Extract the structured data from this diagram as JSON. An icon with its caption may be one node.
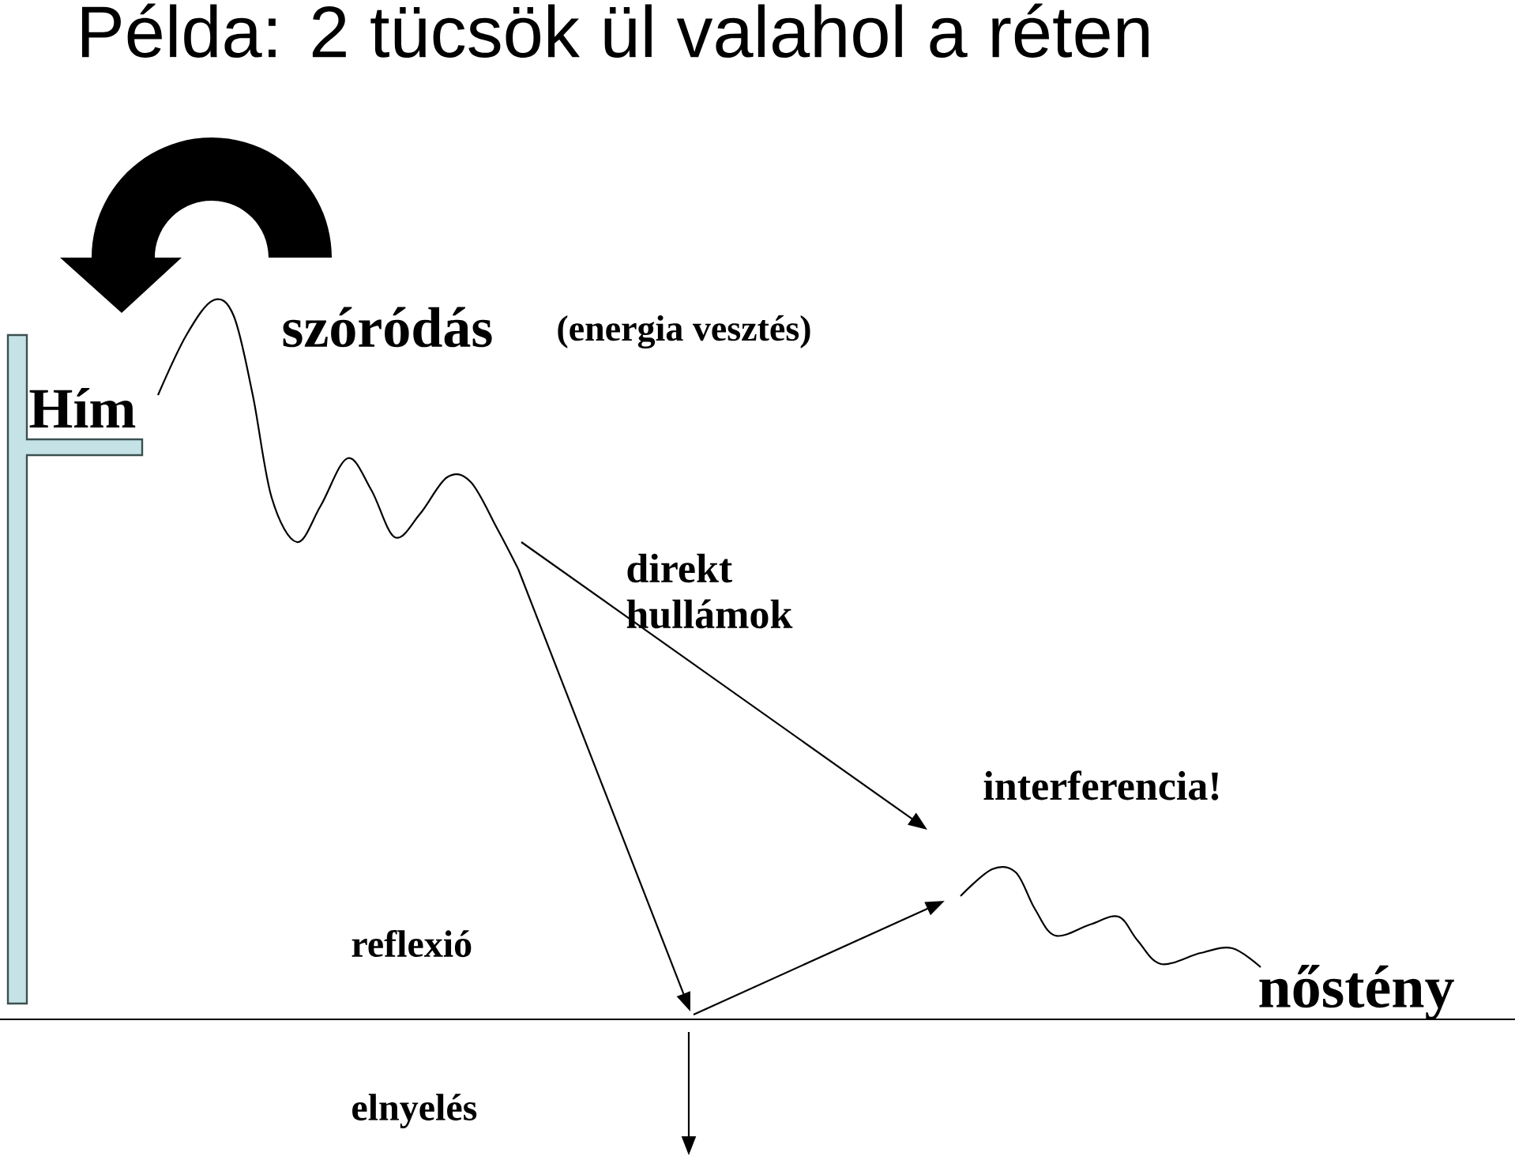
{
  "diagram": {
    "title": "Példa: 2 tücsök ül valahol a réten",
    "labels": [
      "szóródás",
      "(energia vesztés)",
      "Hím",
      "direkt hullámok",
      "interferencia!",
      "reflexió",
      "nőstény",
      "elnyelés"
    ]
  }
}
